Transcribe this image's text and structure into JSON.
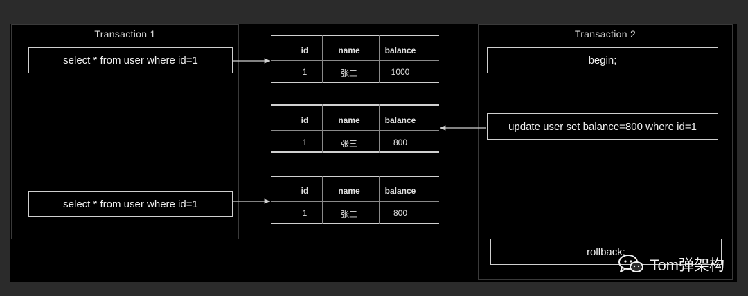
{
  "transaction1": {
    "title": "Transaction  1",
    "query1": "select * from user where id=1",
    "query2": "select * from user where id=1"
  },
  "transaction2": {
    "title": "Transaction  2",
    "begin": "begin;",
    "update": "update user set balance=800 where id=1",
    "rollback": "rollback;"
  },
  "tables": [
    {
      "headers": [
        "id",
        "name",
        "balance"
      ],
      "row": [
        "1",
        "张三",
        "1000"
      ]
    },
    {
      "headers": [
        "id",
        "name",
        "balance"
      ],
      "row": [
        "1",
        "张三",
        "800"
      ]
    },
    {
      "headers": [
        "id",
        "name",
        "balance"
      ],
      "row": [
        "1",
        "张三",
        "800"
      ]
    }
  ],
  "watermark": {
    "text": "Tom弹架构",
    "icon": "wechat-icon"
  }
}
